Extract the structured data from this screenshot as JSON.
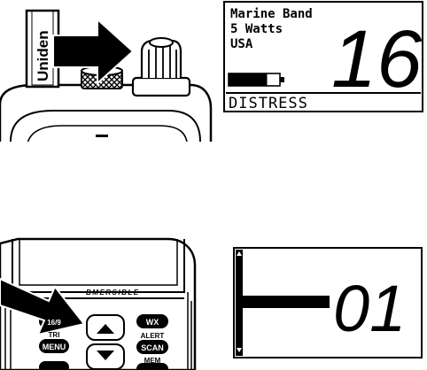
{
  "figure1": {
    "radio_brand": "Uniden",
    "lcd": {
      "line1": "Marine Band",
      "line2": "5 Watts",
      "line3": "USA",
      "channel": "16",
      "status": "DISTRESS",
      "battery_icon": "battery-icon",
      "battery_level": 0.75
    }
  },
  "figure2": {
    "radio_label": "BMERSIBLE",
    "buttons": {
      "top_left": "16/9",
      "menu_top": "TRI",
      "menu": "MENU",
      "wx": "WX",
      "scan_top": "ALERT",
      "scan": "SCAN",
      "mem": "MEM"
    },
    "lcd": {
      "channel": "01",
      "up_icon": "triangle-up-icon",
      "down_icon": "triangle-down-icon"
    }
  },
  "colors": {
    "ink": "#000000",
    "paper": "#ffffff"
  }
}
